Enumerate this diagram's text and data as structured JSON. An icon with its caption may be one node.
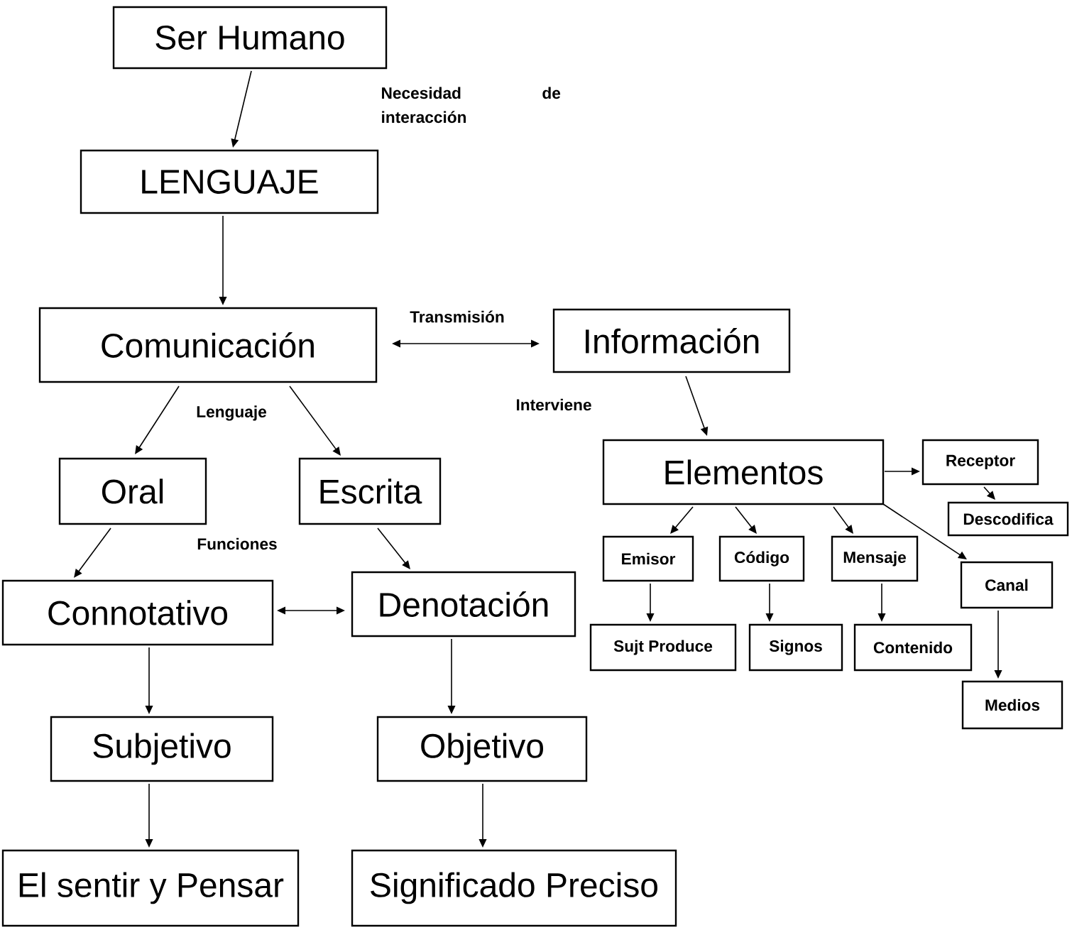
{
  "diagram": {
    "nodes": [
      {
        "text": [
          "Ser Humano"
        ]
      },
      {
        "text": [
          "LENGUAJE"
        ]
      },
      {
        "text": [
          "Comunicación"
        ]
      },
      {
        "text": [
          "Información"
        ]
      },
      {
        "text": [
          "Oral"
        ]
      },
      {
        "text": [
          "Escrita"
        ]
      },
      {
        "text": [
          "Elementos"
        ]
      },
      {
        "text": [
          "Receptor"
        ]
      },
      {
        "text": [
          "Descodifica"
        ]
      },
      {
        "text": [
          "Emisor"
        ]
      },
      {
        "text": [
          "Código"
        ]
      },
      {
        "text": [
          "Mensaje"
        ]
      },
      {
        "text": [
          "Canal"
        ]
      },
      {
        "text": [
          "Sujt Produce"
        ]
      },
      {
        "text": [
          "Signos"
        ]
      },
      {
        "text": [
          "Contenido"
        ]
      },
      {
        "text": [
          "Medios"
        ]
      },
      {
        "text": [
          "Connotativo"
        ]
      },
      {
        "text": [
          "Denotación"
        ]
      },
      {
        "text": [
          "Subjetivo"
        ]
      },
      {
        "text": [
          "Objetivo"
        ]
      },
      {
        "text": [
          "El sentir y Pensar"
        ]
      },
      {
        "text": [
          "Significado Preciso"
        ]
      }
    ],
    "edges": [
      {
        "from": 0,
        "to": 1,
        "arrow": "to"
      },
      {
        "from": 1,
        "to": 2,
        "arrow": "to"
      },
      {
        "from": 2,
        "to": 3,
        "arrow": "both",
        "label": "Transmisión"
      },
      {
        "from": 3,
        "to": 6,
        "arrow": "to"
      },
      {
        "from": 2,
        "to": 4,
        "arrow": "to"
      },
      {
        "from": 2,
        "to": 5,
        "arrow": "to"
      },
      {
        "from": 4,
        "to": 17,
        "arrow": "to"
      },
      {
        "from": 5,
        "to": 18,
        "arrow": "to"
      },
      {
        "from": 17,
        "to": 18,
        "arrow": "both"
      },
      {
        "from": 17,
        "to": 19,
        "arrow": "to"
      },
      {
        "from": 18,
        "to": 20,
        "arrow": "to"
      },
      {
        "from": 19,
        "to": 21,
        "arrow": "to"
      },
      {
        "from": 20,
        "to": 22,
        "arrow": "to"
      },
      {
        "from": 6,
        "to": 7,
        "arrow": "to"
      },
      {
        "from": 7,
        "to": 8,
        "arrow": "to"
      },
      {
        "from": 6,
        "to": 9,
        "arrow": "to"
      },
      {
        "from": 6,
        "to": 10,
        "arrow": "to"
      },
      {
        "from": 6,
        "to": 11,
        "arrow": "to"
      },
      {
        "from": 6,
        "to": 12,
        "arrow": "to"
      },
      {
        "from": 9,
        "to": 13,
        "arrow": "to"
      },
      {
        "from": 10,
        "to": 14,
        "arrow": "to"
      },
      {
        "from": 11,
        "to": 15,
        "arrow": "to"
      },
      {
        "from": 12,
        "to": 16,
        "arrow": "to"
      }
    ],
    "labels": [
      "Necesidad de interacción",
      "Lenguaje",
      "Interviene",
      "Funciones"
    ]
  }
}
